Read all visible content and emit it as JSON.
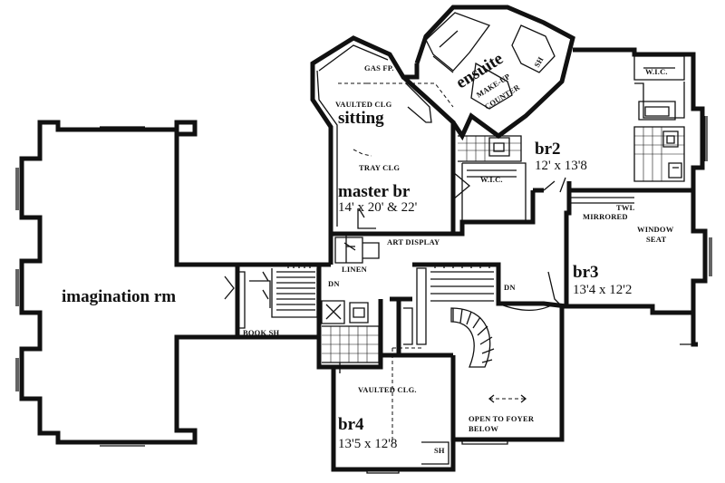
{
  "rooms": {
    "imagination": {
      "name": "imagination rm"
    },
    "sitting": {
      "name": "sitting",
      "ceiling": "VAULTED CLG",
      "fireplace": "GAS FP."
    },
    "master": {
      "name": "master br",
      "dims": "14' x 20' & 22'",
      "ceiling": "TRAY CLG"
    },
    "ensuite": {
      "name": "ensuite",
      "counter_line1": "MAKE-UP",
      "counter_line2": "COUNTER",
      "shower": "SH"
    },
    "wic_master": {
      "name": "W.I.C."
    },
    "wic_br2": {
      "name": "W.I.C."
    },
    "br2": {
      "name": "br2",
      "dims": "12' x 13'8"
    },
    "br3": {
      "name": "br3",
      "dims": "13'4 x 12'2",
      "window_line1": "WINDOW",
      "window_line2": "SEAT"
    },
    "br4": {
      "name": "br4",
      "dims": "13'5 x 12'8",
      "ceiling": "VAULTED CLG.",
      "shower": "SH"
    }
  },
  "notes": {
    "art_display": "ART DISPLAY",
    "linen": "LINEN",
    "book_shelf": "BOOK SH",
    "twl": "TWL",
    "mirrored": "MIRRORED",
    "foyer_line1": "OPEN TO FOYER",
    "foyer_line2": "BELOW",
    "stair_dn_left": "DN",
    "stair_dn_right": "DN"
  }
}
